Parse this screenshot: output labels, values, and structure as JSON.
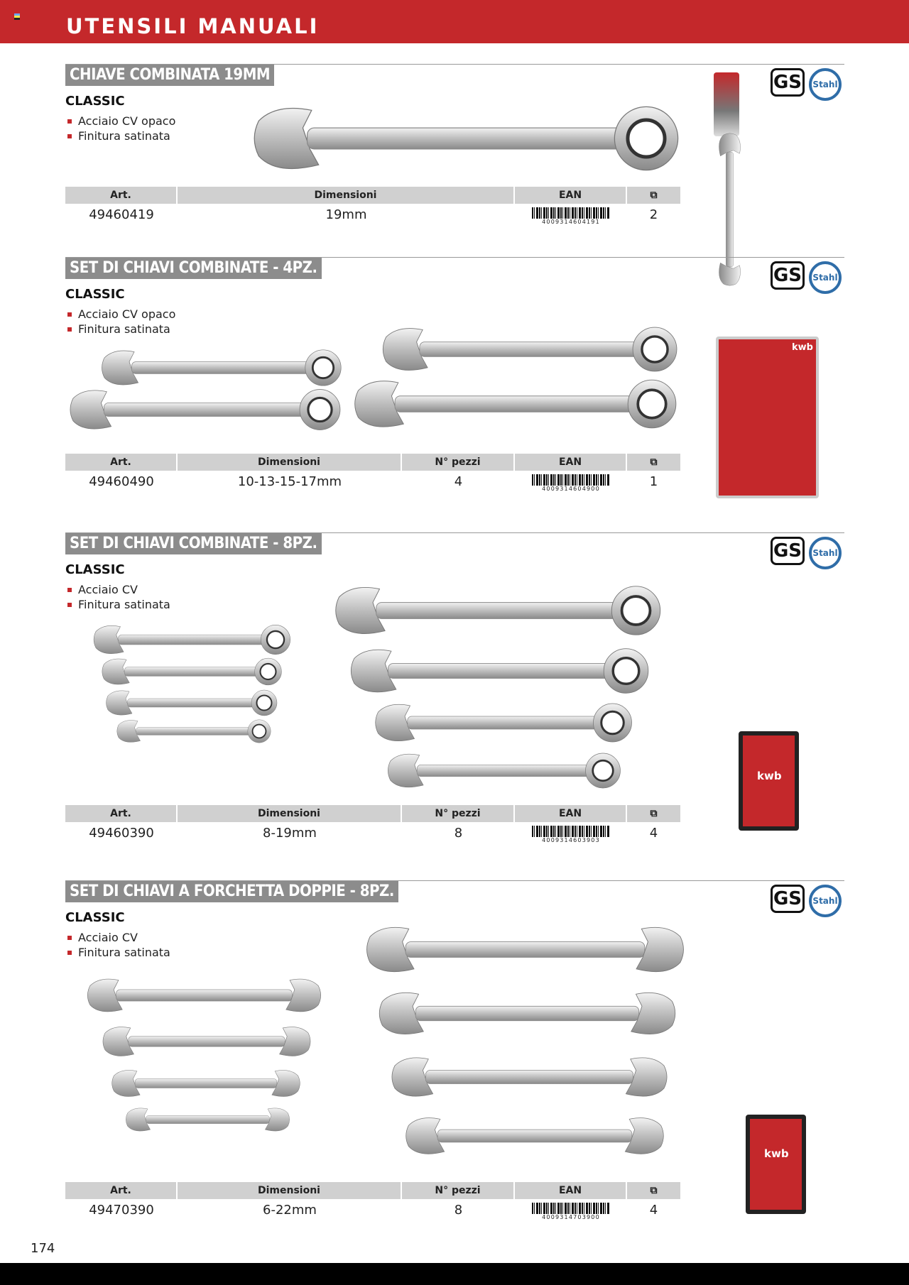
{
  "header": {
    "title": "UTENSILI MANUALI"
  },
  "table_headers": {
    "art": "Art.",
    "dim": "Dimensioni",
    "pz": "N° pezzi",
    "ean": "EAN",
    "pack_icon": "package-icon"
  },
  "certifications": {
    "gs": "GS",
    "stahl": "Stahl"
  },
  "sections": [
    {
      "title": "CHIAVE COMBINATA 19MM",
      "line": "CLASSIC",
      "bullets": [
        "Acciaio CV opaco",
        "Finitura satinata"
      ],
      "row": {
        "art": "49460419",
        "dim": "19mm",
        "ean": "4009314604191",
        "pack": "2"
      }
    },
    {
      "title": "SET DI CHIAVI COMBINATE - 4PZ.",
      "line": "CLASSIC",
      "bullets": [
        "Acciaio CV opaco",
        "Finitura satinata"
      ],
      "row": {
        "art": "49460490",
        "dim": "10-13-15-17mm",
        "pz": "4",
        "ean": "4009314604900",
        "pack": "1"
      }
    },
    {
      "title": "SET DI CHIAVI COMBINATE - 8PZ.",
      "line": "CLASSIC",
      "bullets": [
        "Acciaio CV",
        "Finitura satinata"
      ],
      "row": {
        "art": "49460390",
        "dim": "8-19mm",
        "pz": "8",
        "ean": "4009314603903",
        "pack": "4"
      }
    },
    {
      "title": "SET DI CHIAVI A FORCHETTA DOPPIE - 8PZ.",
      "line": "CLASSIC",
      "bullets": [
        "Acciaio CV",
        "Finitura satinata"
      ],
      "row": {
        "art": "49470390",
        "dim": "6-22mm",
        "pz": "8",
        "ean": "4009314703900",
        "pack": "4"
      }
    }
  ],
  "brand": "kwb",
  "colors": {
    "accent": "#c4282b",
    "title_bg": "#8c8c8c",
    "table_header": "#d0d0d0"
  },
  "footer": {
    "page": "174"
  }
}
